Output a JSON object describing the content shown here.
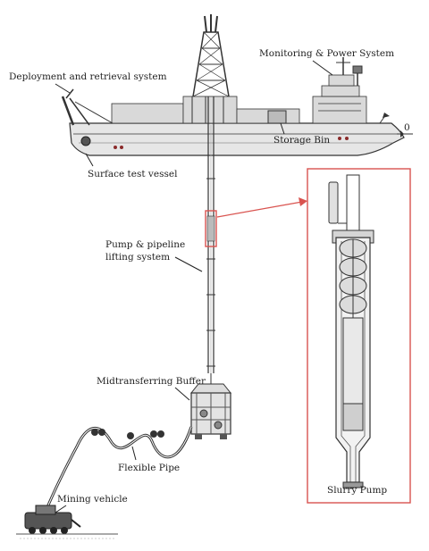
{
  "labels": {
    "deployment": "Deployment and retrieval system",
    "monitoring": "Monitoring & Power System",
    "storage_bin": "Storage Bin",
    "surface_vessel": "Surface test vessel",
    "pump_line1": "Pump & pipeline",
    "pump_line2": "lifting system",
    "buffer": "Midtransferring Buffer",
    "flexible_pipe": "Flexible Pipe",
    "mining_vehicle": "Mining vehicle",
    "slurry_pump": "Slurry Pump",
    "waterline_marker": "0"
  },
  "colors": {
    "ink": "#333333",
    "highlight": "#d9534f",
    "hull_fill": "#e6e6e6",
    "background": "#ffffff"
  }
}
